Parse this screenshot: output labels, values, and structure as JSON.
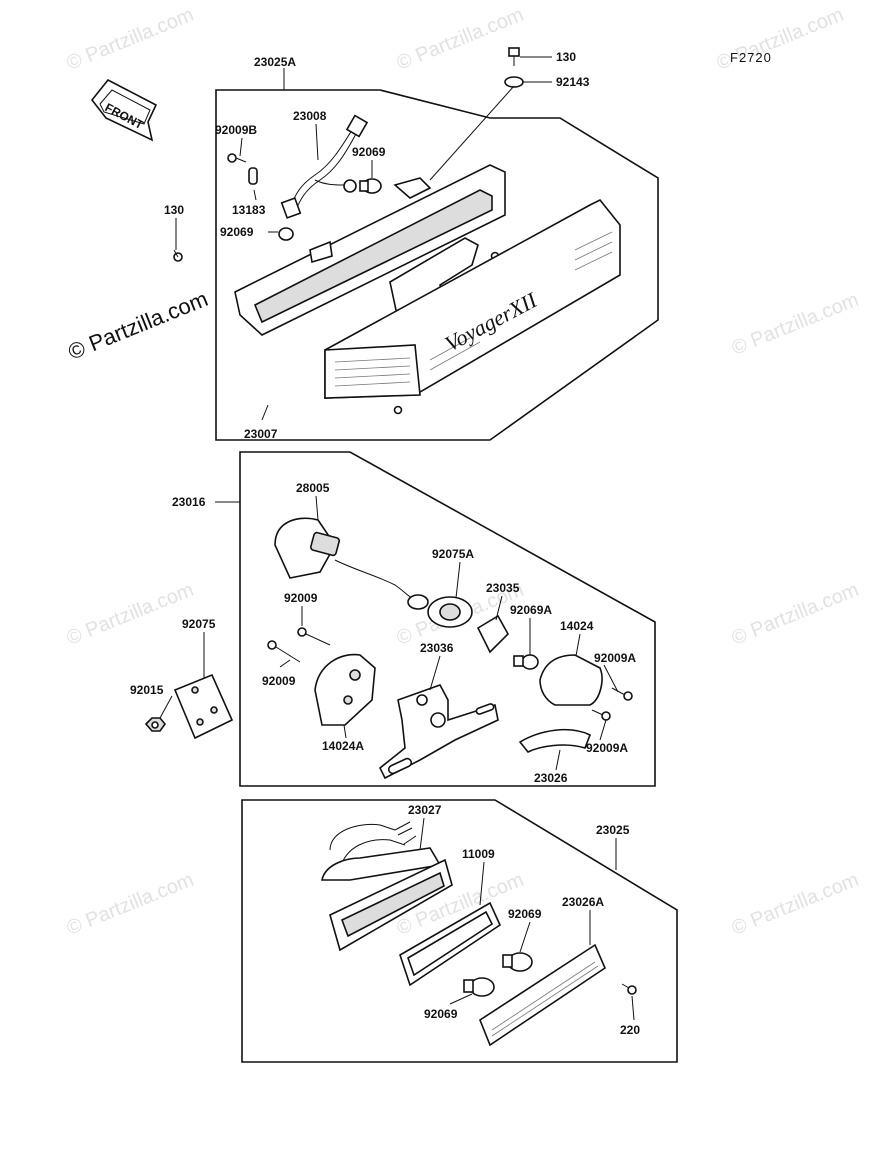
{
  "diagram": {
    "ref_code": "F2720",
    "front_label": "FRONT",
    "brand_badge": "VoyagerXII",
    "watermark_text": "© Partzilla.com",
    "watermark_large": "© Partzilla.com"
  },
  "parts": {
    "p130_top": "130",
    "p92143": "92143",
    "p23025A": "23025A",
    "p92009B": "92009B",
    "p23008": "23008",
    "p92069_a": "92069",
    "p13183": "13183",
    "p92069_b": "92069",
    "p130_left": "130",
    "p23007": "23007",
    "p23016": "23016",
    "p28005": "28005",
    "p92075A": "92075A",
    "p23035": "23035",
    "p92069A": "92069A",
    "p14024": "14024",
    "p92009_a": "92009",
    "p92075": "92075",
    "p23036": "23036",
    "p92009A_a": "92009A",
    "p92009_b": "92009",
    "p92015": "92015",
    "p14024A": "14024A",
    "p92009A_b": "92009A",
    "p23026": "23026",
    "p23027": "23027",
    "p23025": "23025",
    "p11009": "11009",
    "p23026A": "23026A",
    "p92069_c": "92069",
    "p92069_d": "92069",
    "p220": "220"
  }
}
